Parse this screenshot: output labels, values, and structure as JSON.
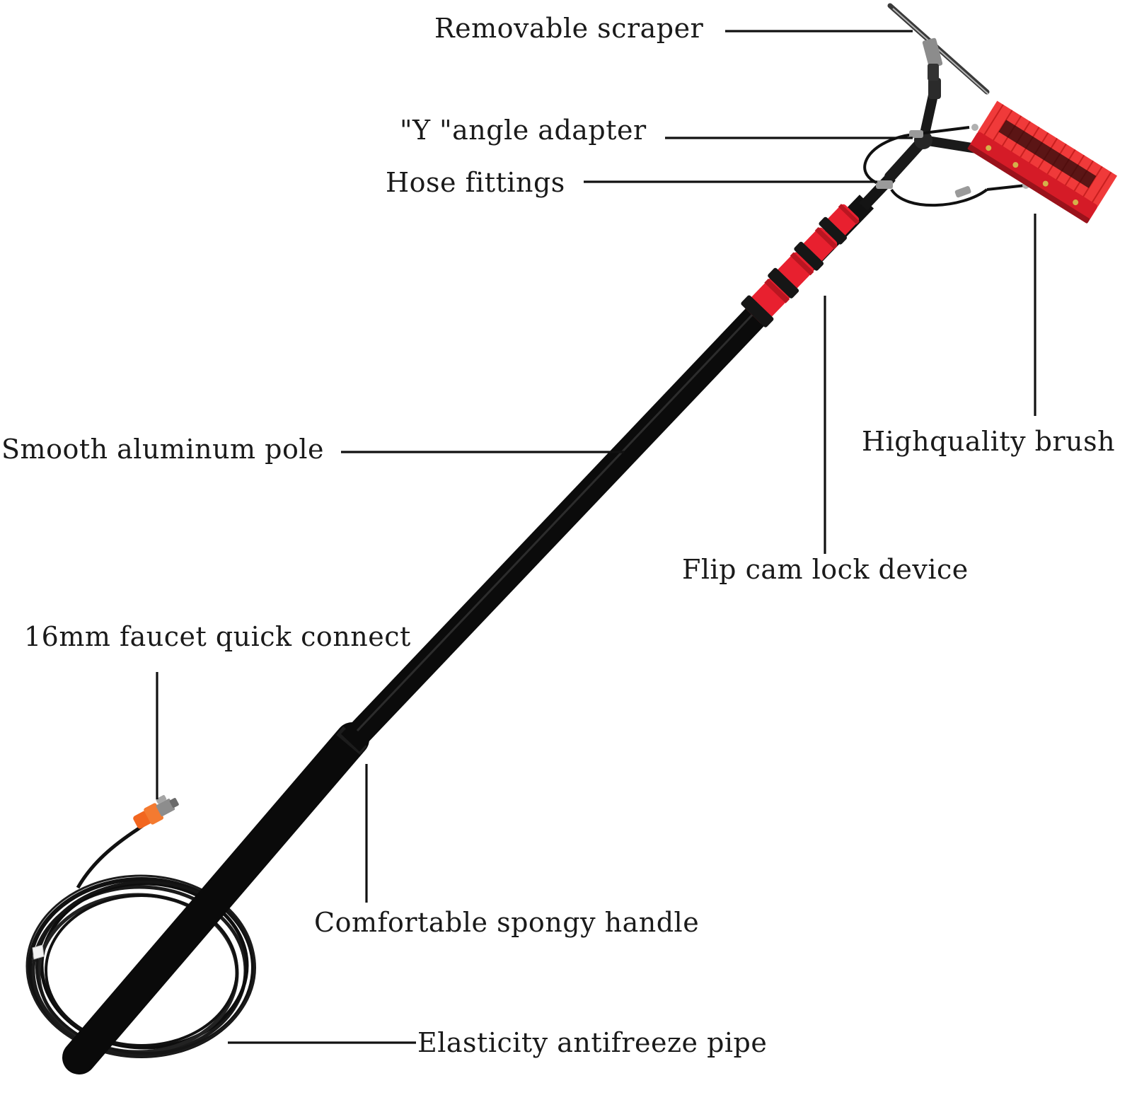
{
  "colors": {
    "background": "#ffffff",
    "pole": "#0b0b0b",
    "pole_highlight": "#2a2a2a",
    "accent_red": "#e8202f",
    "brush_bristle": "#f03a3a",
    "hose": "#111111",
    "connector_orange": "#f2661f",
    "metal": "#9a9a9a",
    "label_text": "#1a1a1a"
  },
  "labels": {
    "removable_scraper": "Removable scraper",
    "y_angle_adapter": "\"Y \"angle adapter",
    "hose_fittings": "Hose fittings",
    "highquality_brush": "Highquality brush",
    "smooth_aluminum_pole": "Smooth aluminum pole",
    "flip_cam_lock_device": "Flip cam lock device",
    "faucet_quick_connect": "16mm faucet quick connect",
    "comfortable_spongy_handle": "Comfortable spongy handle",
    "elasticity_antifreeze_pipe": "Elasticity antifreeze pipe"
  },
  "icons": {
    "product": "telescopic-water-fed-brush-pole",
    "brush": "brush-icon",
    "scraper": "scraper-icon",
    "connector": "faucet-connector-icon"
  }
}
